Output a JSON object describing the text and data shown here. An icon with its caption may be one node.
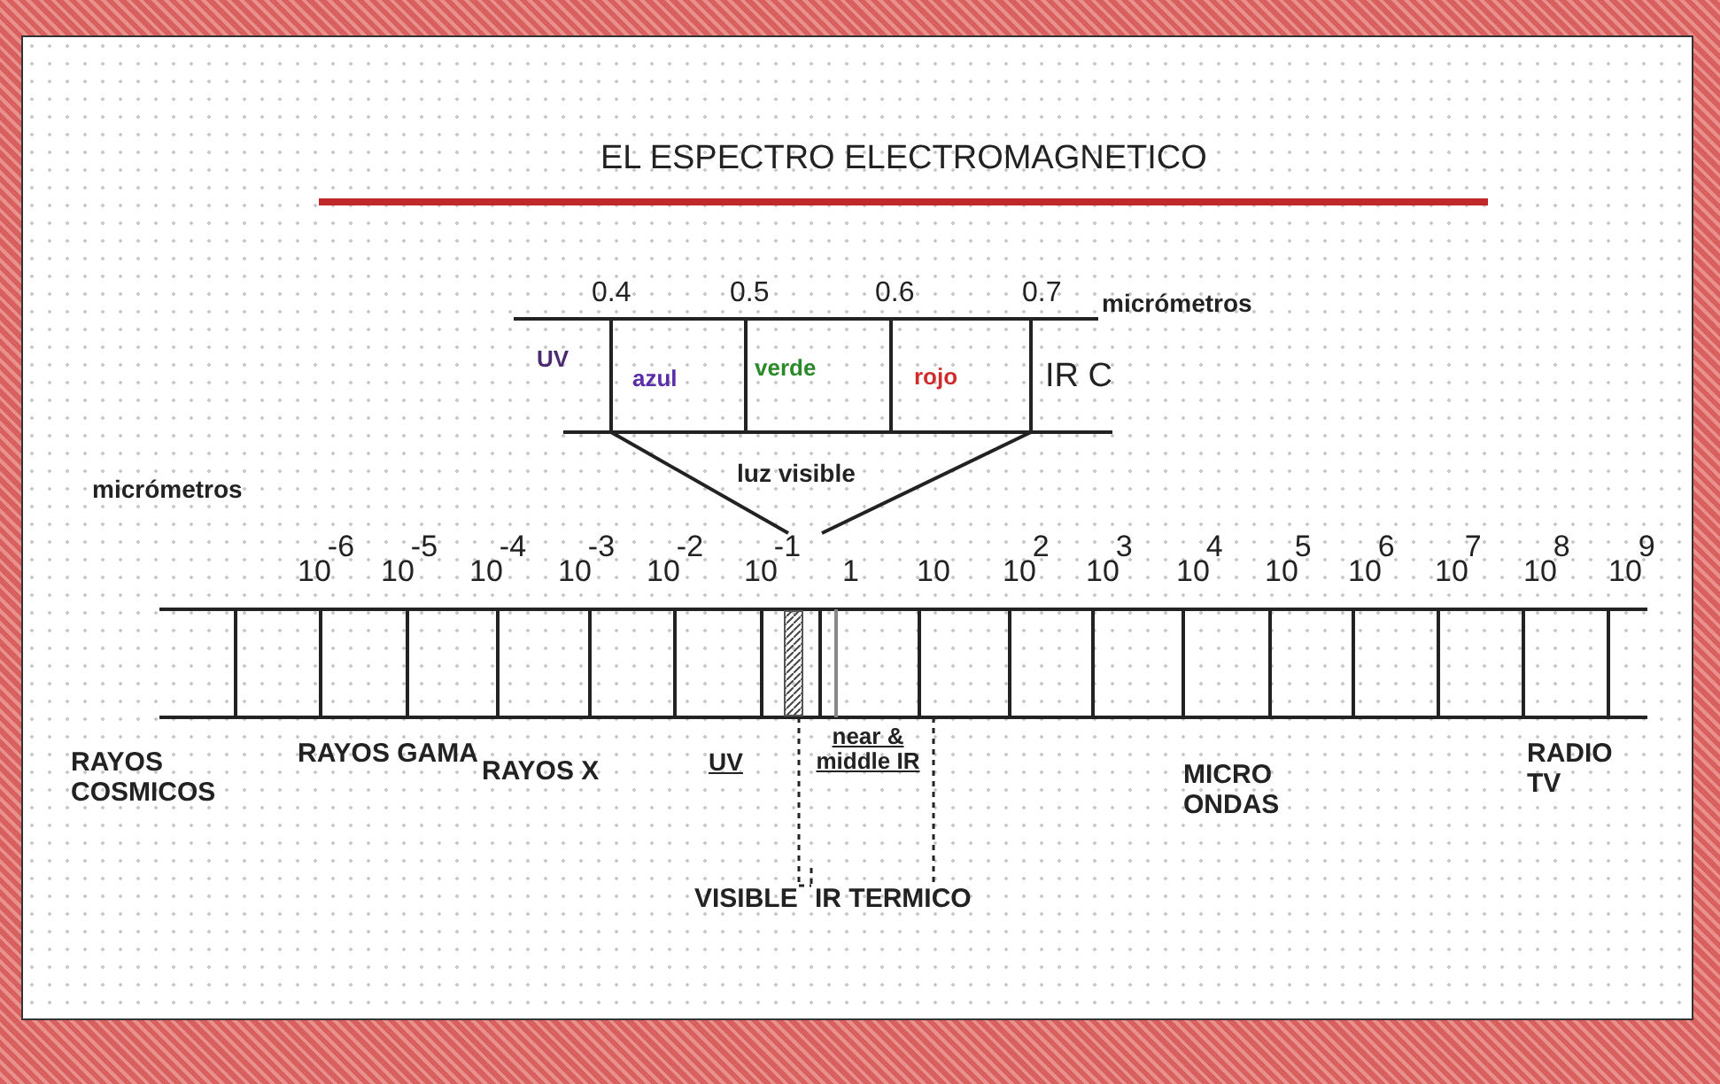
{
  "diagram": {
    "title": "EL ESPECTRO ELECTROMAGNETICO",
    "labels": [
      "0.4",
      "0.5",
      "0.6",
      "0.7",
      "micrómetros",
      "UV",
      "azul",
      "verde",
      "rojo",
      "IR C",
      "luz visible",
      "micrómetros",
      "10$^{-6}$",
      "10$^{-5}$",
      "10$^{-4}$",
      "10$^{-3}$",
      "10$^{-2}$",
      "10$^{-1}$",
      "1",
      "10",
      "10$^{2}$",
      "10$^{3}$",
      "10$^{4}$",
      "10$^{5}$",
      "10$^{6}$",
      "10$^{7}$",
      "10$^{8}$",
      "10$^{9}$",
      "RAYOS COSMICOS",
      "RAYOS GAMA",
      "RAYOS X",
      "UV",
      "near & middle IR",
      "MICRO ONDAS",
      "RADIO TV",
      "VISIBLE",
      "IR TERMICO"
    ]
  }
}
